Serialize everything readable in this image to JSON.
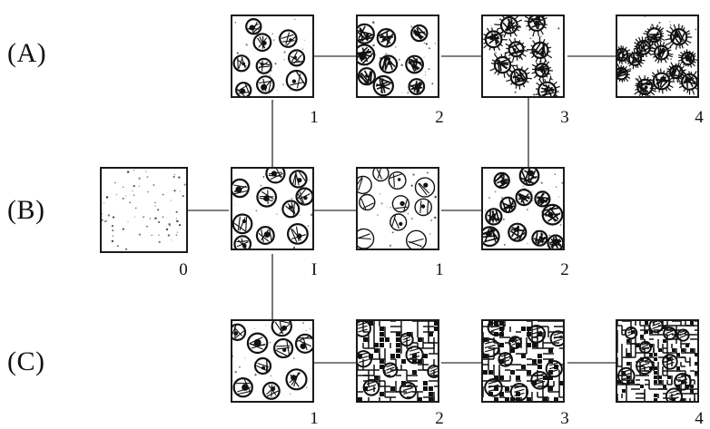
{
  "rows": {
    "a": "(A)",
    "b": "(B)",
    "c": "(C)"
  },
  "labels": {
    "a1": "1",
    "a2": "2",
    "a3": "3",
    "a4": "4",
    "b0": "0",
    "bI": "I",
    "b1": "1",
    "b2": "2",
    "c1": "1",
    "c2": "2",
    "c3": "3",
    "c4": "4"
  },
  "colors": {
    "ink": "#111111",
    "connector": "#555555",
    "paper": "#ffffff"
  }
}
